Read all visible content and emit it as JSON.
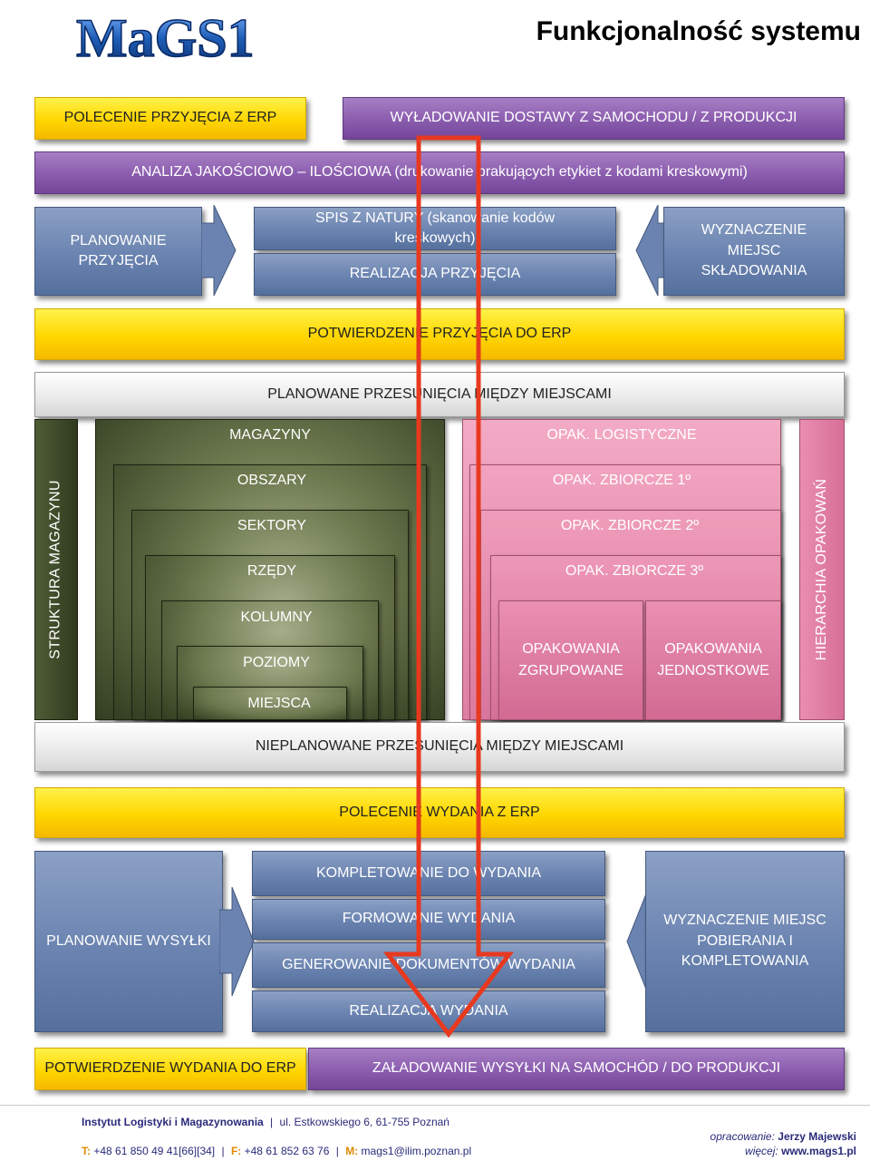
{
  "header": {
    "logo_text": "MaGS1",
    "title": "Funkcjonalność systemu"
  },
  "flow": {
    "receipt_order": "POLECENIE PRZYJĘCIA Z ERP",
    "unloading": "WYŁADOWANIE DOSTAWY Z SAMOCHODU / Z PRODUKCJI",
    "quality_analysis": "ANALIZA JAKOŚCIOWO – ILOŚCIOWA (drukowanie brakujących etykiet z kodami kreskowymi)",
    "receipt_planning": "PLANOWANIE PRZYJĘCIA",
    "physical_count": "SPIS Z NATURY (skanowanie kodów kreskowych)",
    "receipt_execution": "REALIZACJA PRZYJĘCIA",
    "storage_location": "WYZNACZENIE MIEJSC SKŁADOWANIA",
    "receipt_confirmation": "POTWIERDZENIE PRZYJĘCIA DO ERP",
    "planned_moves": "PLANOWANE PRZESUNIĘCIA MIĘDZY MIEJSCAMI",
    "unplanned_moves": "NIEPLANOWANE PRZESUNIĘCIA MIĘDZY MIEJSCAMI",
    "issue_order": "POLECENIE WYDANIA  Z  ERP",
    "shipping_planning": "PLANOWANIE WYSYŁKI",
    "picking": "KOMPLETOWANIE DO WYDANIA",
    "issue_forming": "FORMOWANIE WYDANIA",
    "issue_documents": "GENEROWANIE DOKUMENTÓW WYDANIA",
    "issue_execution": "REALIZACJA WYDANIA",
    "picking_location": "WYZNACZENIE MIEJSC POBIERANIA I KOMPLETOWANIA",
    "issue_confirmation": "POTWIERDZENIE WYDANIA DO ERP",
    "loading": "ZAŁADOWANIE WYSYŁKI NA SAMOCHÓD / DO PRODUKCJI"
  },
  "warehouse_structure": {
    "side_label": "STRUKTURA MAGAZYNU",
    "levels": [
      "MAGAZYNY",
      "OBSZARY",
      "SEKTORY",
      "RZĘDY",
      "KOLUMNY",
      "POZIOMY",
      "MIEJSCA"
    ]
  },
  "packaging_hierarchy": {
    "side_label": "HIERARCHIA OPAKOWAŃ",
    "levels": [
      "OPAK. LOGISTYCZNE",
      "OPAK. ZBIORCZE 1º",
      "OPAK. ZBIORCZE 2º",
      "OPAK. ZBIORCZE 3º"
    ],
    "grouped": "OPAKOWANIA ZGRUPOWANE",
    "unit": "OPAKOWANIA JEDNOSTKOWE"
  },
  "footer": {
    "institute": "Instytut Logistyki i Magazynowania",
    "separator": "|",
    "address": "ul. Estkowskiego 6, 61-755 Poznań",
    "prepared_label": "opracowanie:",
    "author": "Jerzy Majewski",
    "phone_label": "T:",
    "phone": "+48 61 850 49 41[66][34]",
    "fax_label": "F:",
    "fax": "+48 61 852 63 76",
    "mail_label": "M:",
    "mail": "mags1@ilim.poznan.pl",
    "more_label": "więcej:",
    "website": "www.mags1.pl"
  },
  "colors": {
    "yellow": "#ffd600",
    "purple": "#8a5cae",
    "blue": "#6a83b0",
    "olive_dark": "#2f3a1e",
    "olive_light": "#a4ae8a",
    "pink": "#e38aab",
    "arrow": "#e8391f",
    "title_blue": "#1f5fb8"
  }
}
